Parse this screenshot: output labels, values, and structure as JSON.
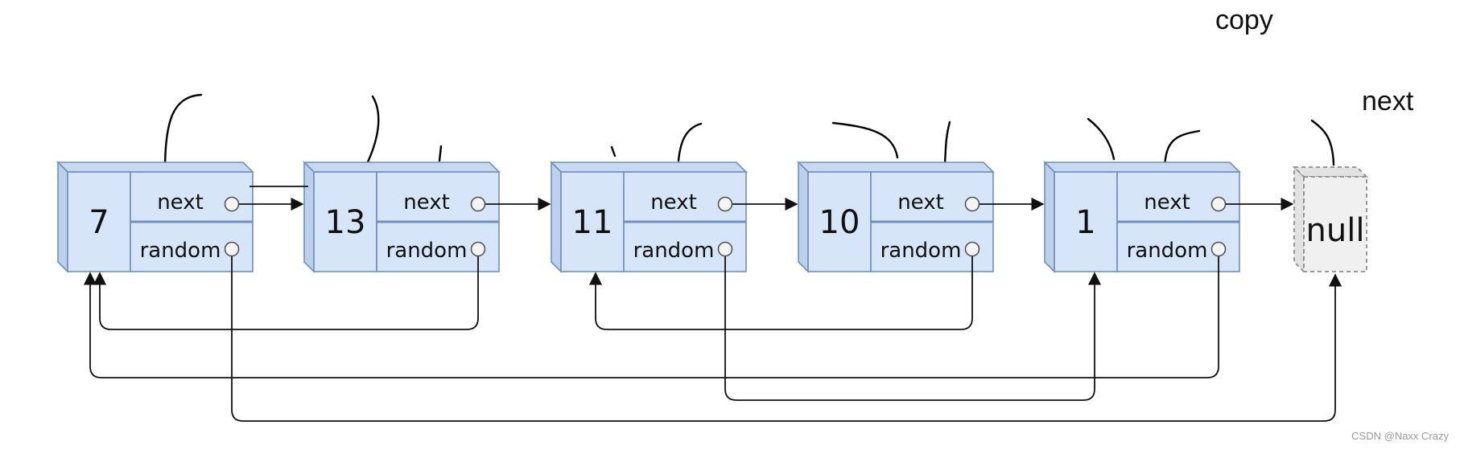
{
  "annotations": {
    "copy": "copy",
    "next": "next"
  },
  "nodes": [
    {
      "id": "n0",
      "value": "7",
      "next_label": "next",
      "random_label": "random"
    },
    {
      "id": "n1",
      "value": "13",
      "next_label": "next",
      "random_label": "random"
    },
    {
      "id": "n2",
      "value": "11",
      "next_label": "next",
      "random_label": "random"
    },
    {
      "id": "n3",
      "value": "10",
      "next_label": "next",
      "random_label": "random"
    },
    {
      "id": "n4",
      "value": "1",
      "next_label": "next",
      "random_label": "random"
    }
  ],
  "null_node": {
    "label": "null"
  },
  "random_links": [
    {
      "from": "n1",
      "to": "n0"
    },
    {
      "from": "n3",
      "to": "n2"
    },
    {
      "from": "n4",
      "to": "n0"
    },
    {
      "from": "n2",
      "to": "n4"
    },
    {
      "from": "n0",
      "to": "null"
    }
  ],
  "watermark": "CSDN @Naxx Crazy",
  "colors": {
    "node_fill": "#d6e5f7",
    "node_stroke": "#6f8fbf",
    "null_fill": "#f0f0f0",
    "line": "#111111"
  }
}
